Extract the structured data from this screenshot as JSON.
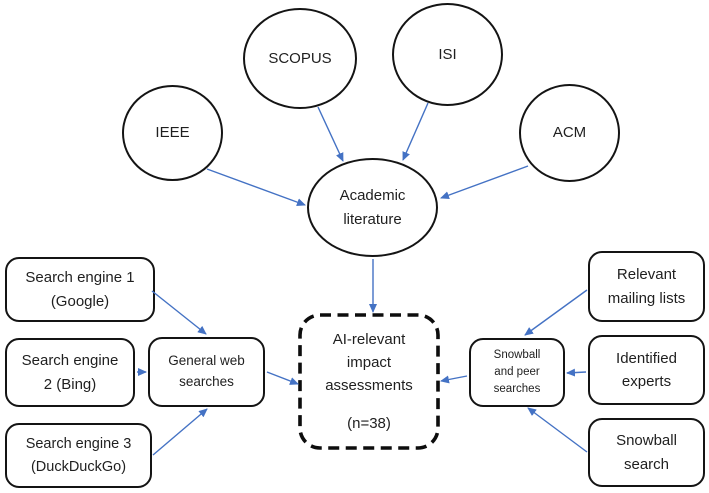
{
  "colors": {
    "arrow": "#4472C4",
    "node_border": "#141414",
    "background": "#ffffff",
    "text": "#1f1f1f"
  },
  "nodes": {
    "ieee": {
      "label": "IEEE"
    },
    "scopus": {
      "label": "SCOPUS"
    },
    "isi": {
      "label": "ISI"
    },
    "acm": {
      "label": "ACM"
    },
    "academic": {
      "line1": "Academic",
      "line2": "literature"
    },
    "center": {
      "line1": "AI-relevant",
      "line2": "impact",
      "line3": "assessments",
      "count": "(n=38)"
    },
    "search1": {
      "line1": "Search engine 1",
      "line2": "(Google)"
    },
    "search2": {
      "line1": "Search engine",
      "line2": "2 (Bing)"
    },
    "search3": {
      "line1": "Search engine 3",
      "line2": "(DuckDuckGo)"
    },
    "web": {
      "line1": "General web",
      "line2": "searches"
    },
    "snowball_peer": {
      "line1": "Snowball",
      "line2": "and peer",
      "line3": "searches"
    },
    "mailing": {
      "line1": "Relevant",
      "line2": "mailing lists"
    },
    "experts": {
      "line1": "Identified",
      "line2": "experts"
    },
    "snowball_search": {
      "line1": "Snowball",
      "line2": "search"
    }
  },
  "edges": [
    {
      "from": "scopus",
      "to": "academic"
    },
    {
      "from": "isi",
      "to": "academic"
    },
    {
      "from": "ieee",
      "to": "academic"
    },
    {
      "from": "acm",
      "to": "academic"
    },
    {
      "from": "academic",
      "to": "center"
    },
    {
      "from": "search1",
      "to": "web"
    },
    {
      "from": "search2",
      "to": "web"
    },
    {
      "from": "search3",
      "to": "web"
    },
    {
      "from": "web",
      "to": "center"
    },
    {
      "from": "mailing",
      "to": "snowball_peer"
    },
    {
      "from": "experts",
      "to": "snowball_peer"
    },
    {
      "from": "snowball_search",
      "to": "snowball_peer"
    },
    {
      "from": "snowball_peer",
      "to": "center"
    }
  ]
}
